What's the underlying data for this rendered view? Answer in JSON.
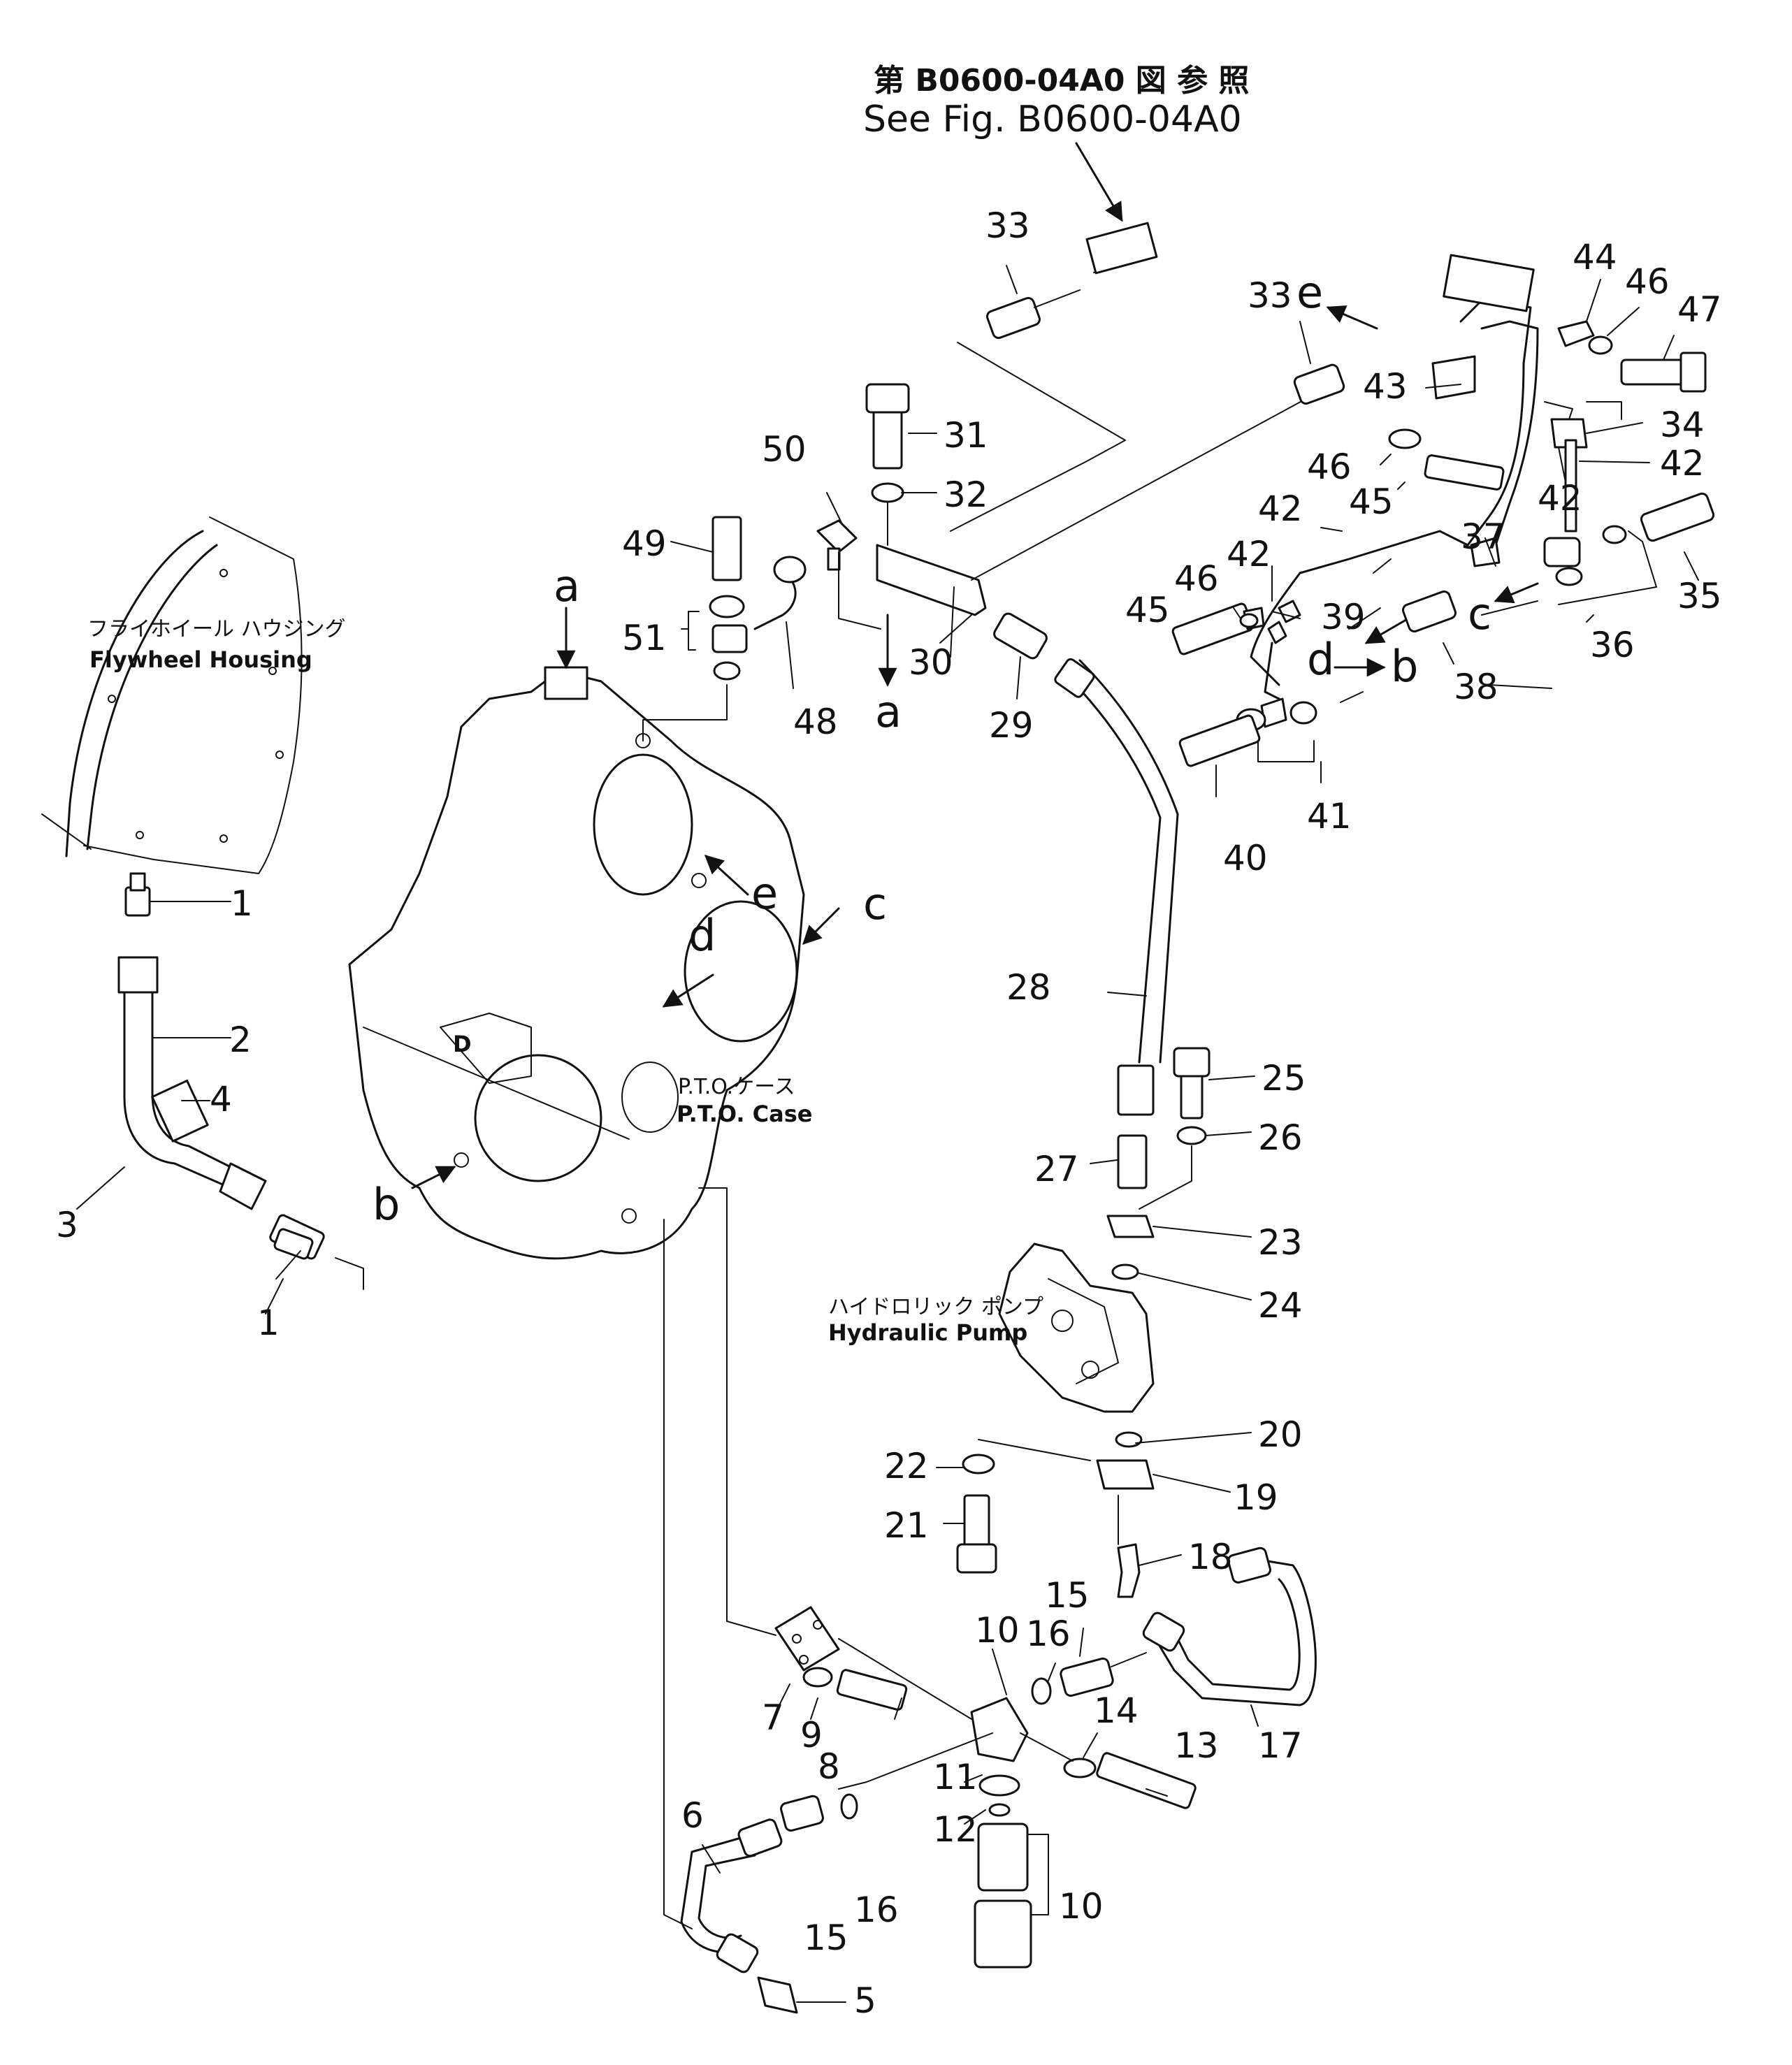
{
  "header": {
    "jp_reference": "第 B0600-04A0 図 参 照",
    "en_reference": "See Fig. B0600-04A0"
  },
  "labels": {
    "flywheel_jp": "フライホイール ハウジング",
    "flywheel_en": "Flywheel Housing",
    "pto_jp": "P.T.O.ケース",
    "pto_en": "P.T.O. Case",
    "pump_jp": "ハイドロリック ポンプ",
    "pump_en": "Hydraulic Pump"
  },
  "arrow_letters": {
    "a": "a",
    "b": "b",
    "c": "c",
    "d": "d",
    "e": "e"
  },
  "part_numbers": {
    "p1": "1",
    "p2": "2",
    "p3": "3",
    "p4": "4",
    "p5": "5",
    "p6": "6",
    "p7": "7",
    "p8": "8",
    "p9": "9",
    "p10": "10",
    "p11": "11",
    "p12": "12",
    "p13": "13",
    "p14": "14",
    "p15": "15",
    "p16": "16",
    "p17": "17",
    "p18": "18",
    "p19": "19",
    "p20": "20",
    "p21": "21",
    "p22": "22",
    "p23": "23",
    "p24": "24",
    "p25": "25",
    "p26": "26",
    "p27": "27",
    "p28": "28",
    "p29": "29",
    "p30": "30",
    "p31": "31",
    "p32": "32",
    "p33": "33",
    "p34": "34",
    "p35": "35",
    "p36": "36",
    "p37": "37",
    "p38": "38",
    "p39": "39",
    "p40": "40",
    "p41": "41",
    "p42": "42",
    "p43": "43",
    "p44": "44",
    "p45": "45",
    "p46": "46",
    "p47": "47",
    "p48": "48",
    "p49": "49",
    "p50": "50",
    "p51": "51"
  }
}
